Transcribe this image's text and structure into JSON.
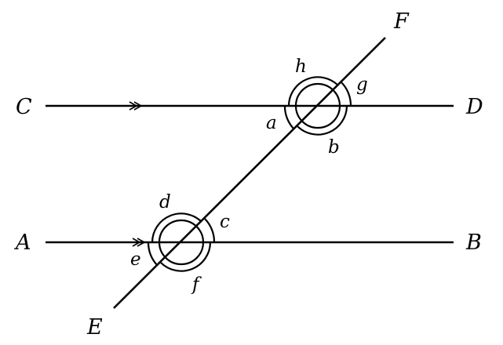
{
  "points": {
    "A": "A",
    "B": "B",
    "C": "C",
    "D": "D",
    "E": "E",
    "F": "F"
  },
  "angles": {
    "a": "a",
    "b": "b",
    "c": "c",
    "d": "d",
    "e": "e",
    "f": "f",
    "g": "g",
    "h": "h"
  },
  "parallel_marks": {
    "top_line": "double-arrow",
    "bottom_line": "double-arrow"
  },
  "color": "#000000"
}
